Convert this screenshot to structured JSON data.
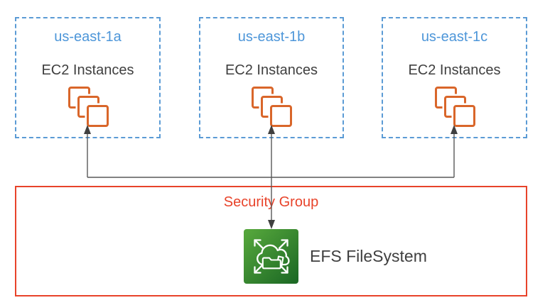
{
  "diagram": {
    "availability_zones": [
      {
        "name": "us-east-1a",
        "service": "EC2 Instances"
      },
      {
        "name": "us-east-1b",
        "service": "EC2 Instances"
      },
      {
        "name": "us-east-1c",
        "service": "EC2 Instances"
      }
    ],
    "security_group_label": "Security Group",
    "efs_label": "EFS FileSystem",
    "icons": {
      "ec2": "ec2-instances-icon",
      "efs": "efs-filesystem-icon",
      "arrows": "connector-arrows"
    },
    "colors": {
      "az_border_blue": "#5B9BD5",
      "az_label_blue": "#4D96D9",
      "body_text_gray": "#3F3F3F",
      "ec2_orange": "#D9662A",
      "security_group_red": "#E8432A",
      "connector_gray": "#595959",
      "efs_green_light": "#54A53B",
      "efs_green_dark": "#1D6A25"
    }
  }
}
